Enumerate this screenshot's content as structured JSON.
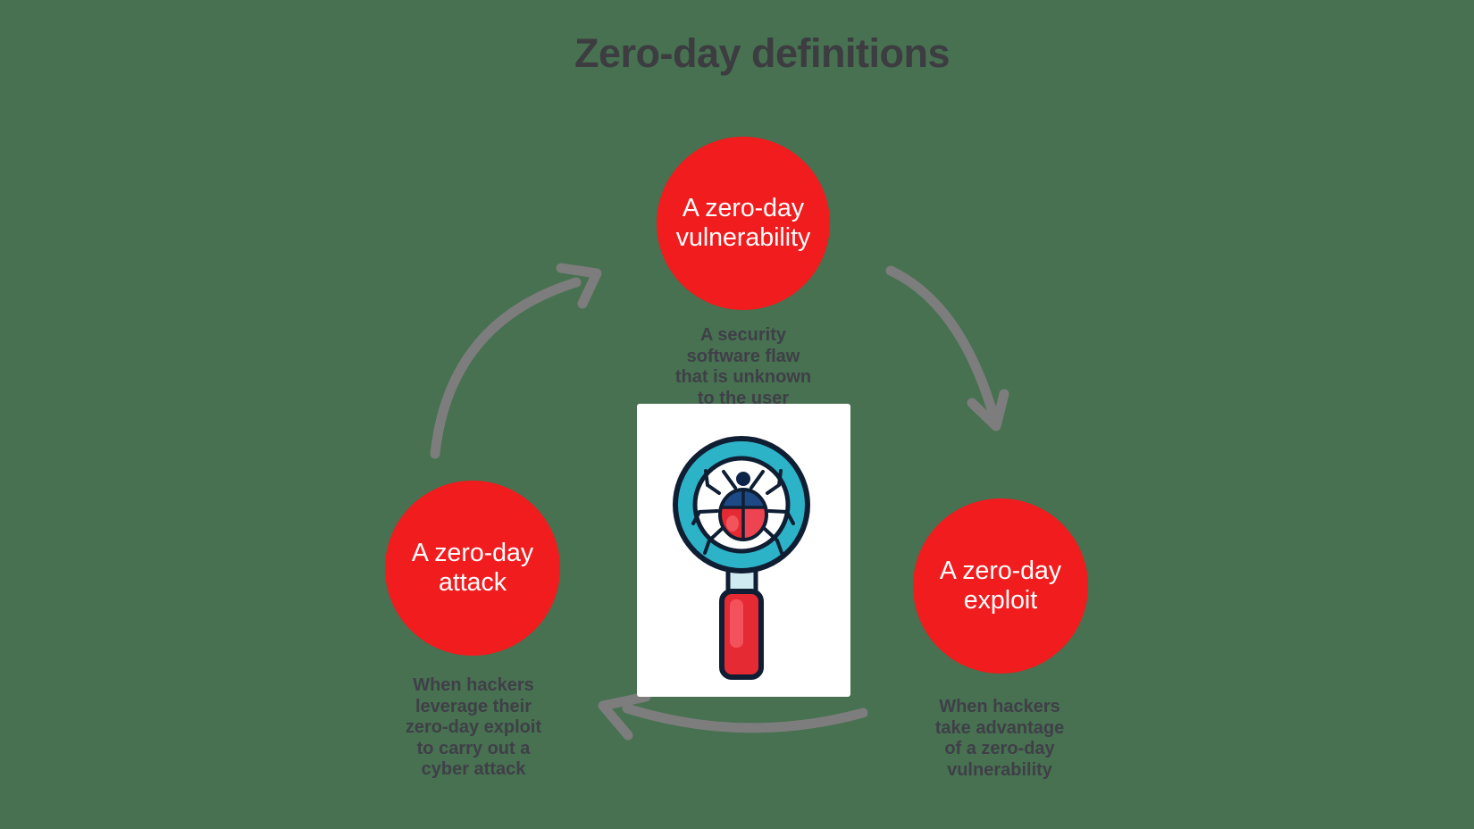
{
  "title": "Zero-day definitions",
  "nodes": [
    {
      "id": "vulnerability",
      "label_lines": [
        "A zero-day",
        "vulnerability"
      ],
      "desc_lines": [
        "A security",
        "software flaw",
        "that is unknown",
        "to the user"
      ]
    },
    {
      "id": "exploit",
      "label_lines": [
        "A zero-day",
        "exploit"
      ],
      "desc_lines": [
        "When hackers",
        "take advantage",
        "of a zero-day",
        "vulnerability"
      ]
    },
    {
      "id": "attack",
      "label_lines": [
        "A zero-day",
        "attack"
      ],
      "desc_lines": [
        "When hackers",
        "leverage their",
        "zero-day exploit",
        "to carry out a",
        "cyber attack"
      ]
    }
  ],
  "cycle_arrows": [
    {
      "from": "vulnerability",
      "to": "exploit"
    },
    {
      "from": "exploit",
      "to": "attack"
    },
    {
      "from": "attack",
      "to": "vulnerability"
    }
  ],
  "center_icon": "bug-under-magnifying-glass",
  "colors": {
    "background": "#477150",
    "node_fill": "#f11c1e",
    "node_text": "#ffffff",
    "heading_text": "#3c3c41",
    "description_text": "#3f3f48",
    "arrow": "#7d7d7d",
    "card_background": "#ffffff",
    "magnifier_teal": "#2cb3c7",
    "magnifier_outline": "#0f1e33",
    "bug_blue": "#1d4a86",
    "bug_red": "#e62a33"
  }
}
